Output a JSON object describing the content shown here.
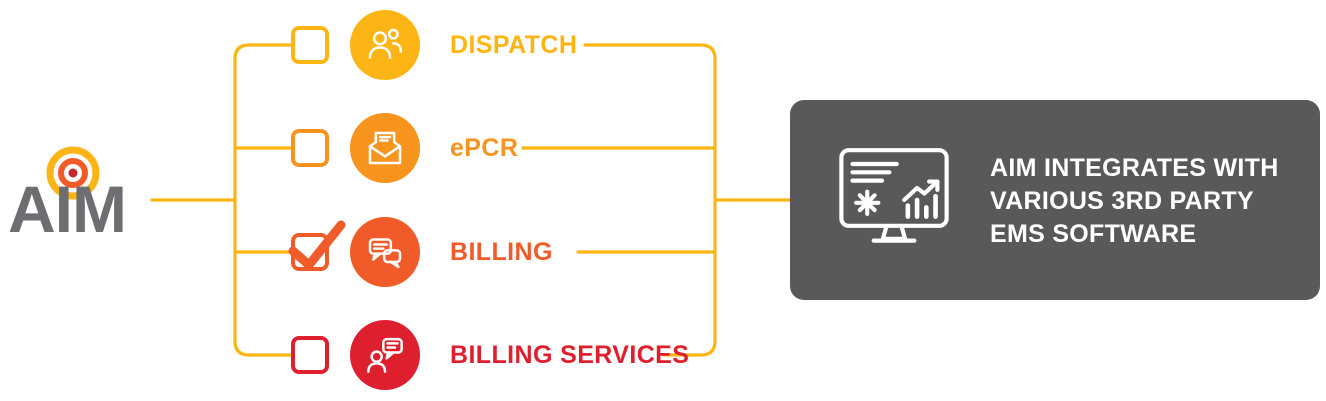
{
  "logo": {
    "text": "AIM"
  },
  "connectors": {
    "color": "#FDB515"
  },
  "rows": [
    {
      "label": "DISPATCH",
      "color": "#FDB515",
      "checked": false,
      "icon": "team-icon"
    },
    {
      "label": "ePCR",
      "color": "#F7941E",
      "checked": false,
      "icon": "mail-document-icon"
    },
    {
      "label": "BILLING",
      "color": "#F15B2A",
      "checked": true,
      "icon": "chat-bubbles-icon"
    },
    {
      "label": "BILLING SERVICES",
      "color": "#DD1F2E",
      "checked": false,
      "icon": "person-chat-icon"
    }
  ],
  "result_box": {
    "lines": [
      "AIM INTEGRATES WITH",
      "VARIOUS 3RD PARTY",
      "EMS SOFTWARE"
    ],
    "background": "#58595B",
    "icon": "monitor-analytics-icon"
  }
}
